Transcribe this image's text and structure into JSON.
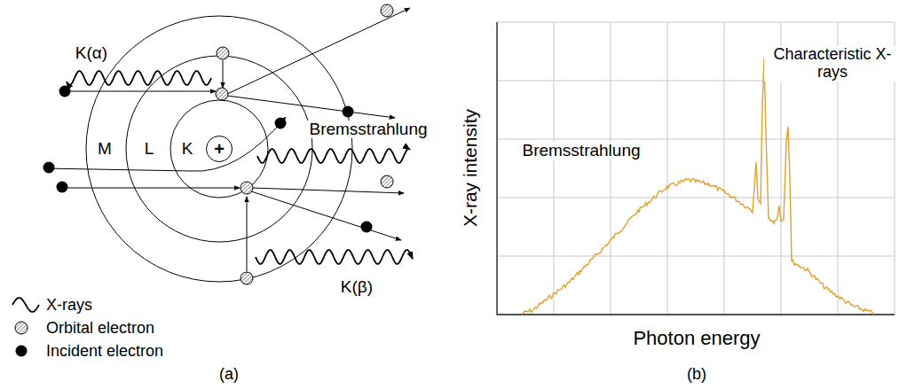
{
  "diagram": {
    "nodes": [
      {
        "text": [
          "+"
        ]
      }
    ],
    "labels": [
      "K(α)",
      "M",
      "L",
      "K",
      "Bremsstrahlung",
      "K(β)",
      "(a)",
      "Bremsstrahlung",
      "Characteristic X-rays",
      "X-ray intensity",
      "Photon energy",
      "(b)"
    ],
    "legend": [
      {
        "text": "X-rays"
      },
      {
        "text": "Orbital electron"
      },
      {
        "text": "Incident electron"
      }
    ]
  }
}
